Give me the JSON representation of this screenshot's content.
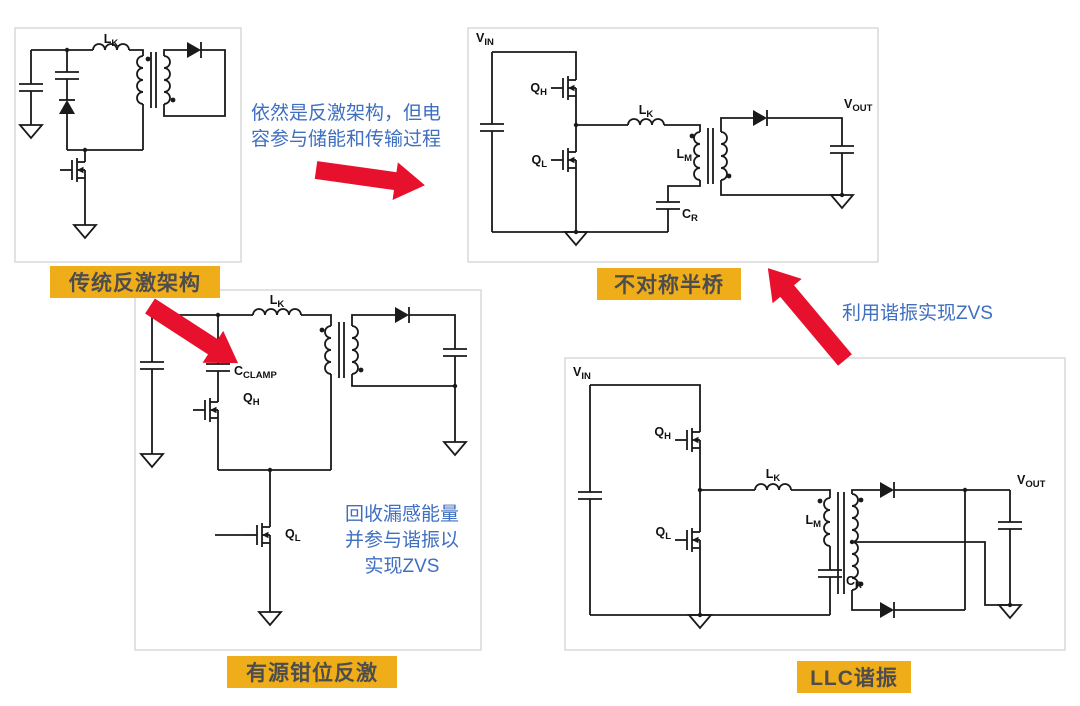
{
  "colors": {
    "annotation_blue": "#3f6fc1",
    "arrow_red": "#e8112d",
    "label_bg": "#f0ad1a",
    "label_text": "#4d4d4d",
    "circuit_line": "#1a1a1a",
    "box_border": "#d9d9d9"
  },
  "topology_labels": {
    "traditional_flyback": "传统反激架构",
    "asymmetric_half_bridge": "不对称半桥",
    "active_clamp_flyback": "有源钳位反激",
    "llc_resonant": "LLC谐振"
  },
  "annotations": {
    "flyback_capacitor_note": "依然是反激架构，但电\n容参与储能和传输过程",
    "resonance_zvs_note": "利用谐振实现ZVS",
    "leakage_recovery_note": "回收漏感能量\n并参与谐振以\n实现ZVS"
  },
  "component_labels": {
    "vin": {
      "m": "V",
      "s": "IN"
    },
    "vout": {
      "m": "V",
      "s": "OUT"
    },
    "qh": {
      "m": "Q",
      "s": "H"
    },
    "ql": {
      "m": "Q",
      "s": "L"
    },
    "lk": {
      "m": "L",
      "s": "K"
    },
    "lm": {
      "m": "L",
      "s": "M"
    },
    "cr": {
      "m": "C",
      "s": "R"
    },
    "cclamp": {
      "m": "C",
      "s": "CLAMP"
    }
  }
}
